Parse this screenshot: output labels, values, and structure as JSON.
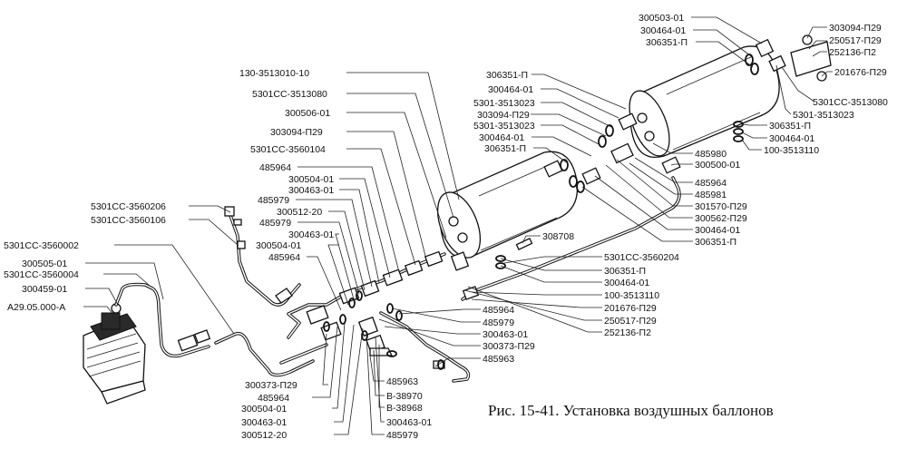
{
  "caption": "Рис. 15-41. Установка воздушных баллонов",
  "labels": {
    "l_130_3513010_10": "130-3513010-10",
    "l_5301cc_3513080_a": "5301СС-3513080",
    "l_300506_01": "300506-01",
    "l_303094_p29_a": "303094-П29",
    "l_5301cc_3560104": "5301СС-3560104",
    "l_485964_a": "485964",
    "l_300504_01_a": "300504-01",
    "l_300463_01_a": "300463-01",
    "l_485979_a": "485979",
    "l_300512_20_a": "300512-20",
    "l_485979_b": "485979",
    "l_300463_01_b": "300463-01",
    "l_300504_01_b": "300504-01",
    "l_485964_b": "485964",
    "l_5301cc_3560206": "5301СС-3560206",
    "l_5301cc_3560106": "5301СС-3560106",
    "l_5301cc_3560002": "5301СС-3560002",
    "l_300505_01": "300505-01",
    "l_5301cc_3560004": "5301СС-3560004",
    "l_300459_01": "300459-01",
    "l_a29_05_000_a": "А29.05.000-А",
    "l_306351_p_a": "306351-П",
    "l_300464_01_a": "300464-01",
    "l_5301_3513023_a": "5301-3513023",
    "l_303094_p29_b": "303094-П29",
    "l_5301_3513023_b": "5301-3513023",
    "l_300464_01_b": "300464-01",
    "l_306351_p_b": "306351-П",
    "l_300503_01": "300503-01",
    "l_300464_01_c": "300464-01",
    "l_306351_p_c": "306351-П",
    "l_303094_p29_c": "303094-П29",
    "l_250517_p29_a": "250517-П29",
    "l_252136_p2_a": "252136-П2",
    "l_201676_p29_a": "201676-П29",
    "l_5301cc_3513080_b": "5301СС-3513080",
    "l_5301_3513023_c": "5301-3513023",
    "l_306351_p_d": "306351-П",
    "l_300464_01_d": "300464-01",
    "l_100_3513110_a": "100-3513110",
    "l_485980": "485980",
    "l_300500_01": "300500-01",
    "l_485964_c": "485964",
    "l_485981": "485981",
    "l_301570_p29": "301570-П29",
    "l_300562_p29": "300562-П29",
    "l_300464_01_e": "300464-01",
    "l_306351_p_e": "306351-П",
    "l_308708": "308708",
    "l_5301cc_3560204": "5301СС-3560204",
    "l_306351_p_f": "306351-П",
    "l_300464_01_f": "300464-01",
    "l_100_3513110_b": "100-3513110",
    "l_201676_p29_b": "201676-П29",
    "l_250517_p29_b": "250517-П29",
    "l_252136_p2_b": "252136-П2",
    "l_485964_d": "485964",
    "l_485979_c": "485979",
    "l_300463_01_c": "300463-01",
    "l_300373_p29_a": "300373-П29",
    "l_485963_a": "485963",
    "l_485963_b": "485963",
    "l_b_38970": "В-38970",
    "l_b_38968": "В-38968",
    "l_300463_01_d": "300463-01",
    "l_485979_d": "485979",
    "l_300373_p29_b": "300373-П29",
    "l_485964_e": "485964",
    "l_300504_01_c": "300504-01",
    "l_300463_01_e": "300463-01",
    "l_300512_20_b": "300512-20"
  }
}
